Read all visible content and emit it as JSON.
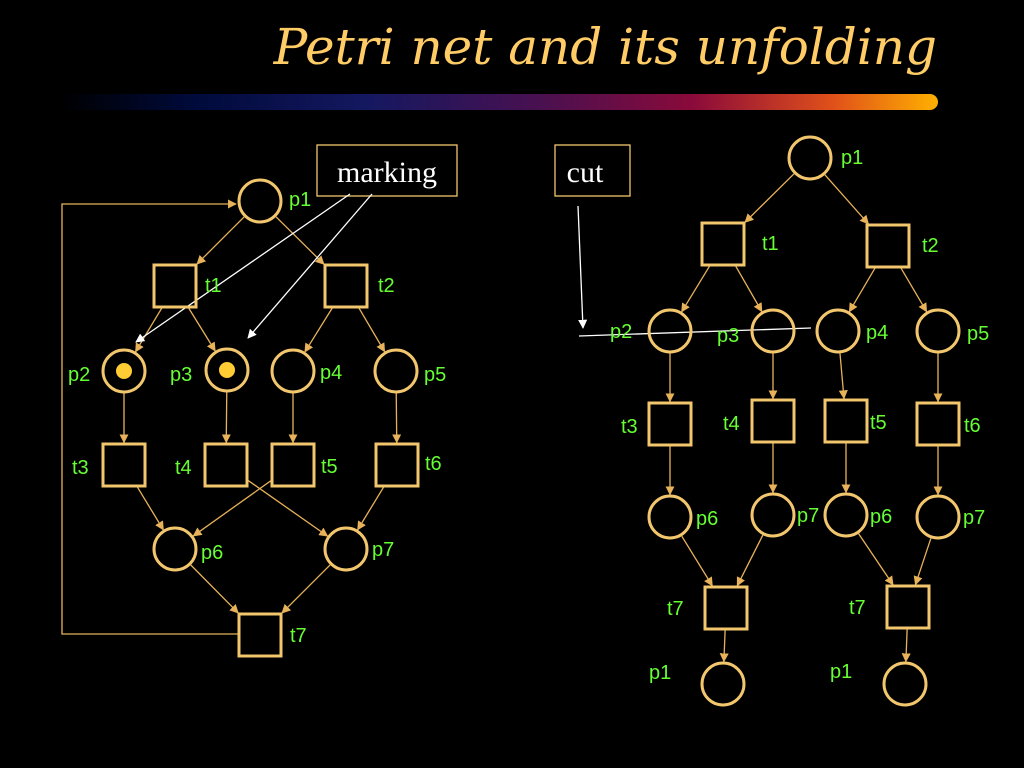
{
  "title": "Petri net and its unfolding",
  "colors": {
    "background": "#000000",
    "title": "#ffcc66",
    "node_stroke": "#f2c66d",
    "label": "#66ff33",
    "token": "#ffcc33",
    "pointer": "#ffffff"
  },
  "callouts": {
    "marking": "marking",
    "cut": "cut"
  },
  "net": {
    "places": [
      {
        "id": "p1",
        "label": "p1",
        "token": false
      },
      {
        "id": "p2",
        "label": "p2",
        "token": true
      },
      {
        "id": "p3",
        "label": "p3",
        "token": true
      },
      {
        "id": "p4",
        "label": "p4",
        "token": false
      },
      {
        "id": "p5",
        "label": "p5",
        "token": false
      },
      {
        "id": "p6",
        "label": "p6",
        "token": false
      },
      {
        "id": "p7",
        "label": "p7",
        "token": false
      }
    ],
    "transitions": [
      {
        "id": "t1",
        "label": "t1"
      },
      {
        "id": "t2",
        "label": "t2"
      },
      {
        "id": "t3",
        "label": "t3"
      },
      {
        "id": "t4",
        "label": "t4"
      },
      {
        "id": "t5",
        "label": "t5"
      },
      {
        "id": "t6",
        "label": "t6"
      },
      {
        "id": "t7",
        "label": "t7"
      }
    ],
    "arcs": [
      [
        "p1",
        "t1"
      ],
      [
        "p1",
        "t2"
      ],
      [
        "t1",
        "p2"
      ],
      [
        "t1",
        "p3"
      ],
      [
        "t2",
        "p4"
      ],
      [
        "t2",
        "p5"
      ],
      [
        "p2",
        "t3"
      ],
      [
        "p3",
        "t4"
      ],
      [
        "p4",
        "t5"
      ],
      [
        "p5",
        "t6"
      ],
      [
        "t3",
        "p6"
      ],
      [
        "t4",
        "p7"
      ],
      [
        "t5",
        "p6"
      ],
      [
        "t6",
        "p7"
      ],
      [
        "p6",
        "t7"
      ],
      [
        "p7",
        "t7"
      ],
      [
        "t7",
        "p1"
      ]
    ]
  },
  "unfolding": {
    "places": [
      {
        "id": "u_p1",
        "label": "p1"
      },
      {
        "id": "u_p2",
        "label": "p2"
      },
      {
        "id": "u_p3",
        "label": "p3"
      },
      {
        "id": "u_p4",
        "label": "p4"
      },
      {
        "id": "u_p5",
        "label": "p5"
      },
      {
        "id": "u_p6a",
        "label": "p6"
      },
      {
        "id": "u_p7a",
        "label": "p7"
      },
      {
        "id": "u_p6b",
        "label": "p6"
      },
      {
        "id": "u_p7b",
        "label": "p7"
      },
      {
        "id": "u_p1a",
        "label": "p1"
      },
      {
        "id": "u_p1b",
        "label": "p1"
      }
    ],
    "transitions": [
      {
        "id": "u_t1",
        "label": "t1"
      },
      {
        "id": "u_t2",
        "label": "t2"
      },
      {
        "id": "u_t3",
        "label": "t3"
      },
      {
        "id": "u_t4",
        "label": "t4"
      },
      {
        "id": "u_t5",
        "label": "t5"
      },
      {
        "id": "u_t6",
        "label": "t6"
      },
      {
        "id": "u_t7a",
        "label": "t7"
      },
      {
        "id": "u_t7b",
        "label": "t7"
      }
    ],
    "arcs": [
      [
        "u_p1",
        "u_t1"
      ],
      [
        "u_p1",
        "u_t2"
      ],
      [
        "u_t1",
        "u_p2"
      ],
      [
        "u_t1",
        "u_p3"
      ],
      [
        "u_t2",
        "u_p4"
      ],
      [
        "u_t2",
        "u_p5"
      ],
      [
        "u_p2",
        "u_t3"
      ],
      [
        "u_p3",
        "u_t4"
      ],
      [
        "u_p4",
        "u_t5"
      ],
      [
        "u_p5",
        "u_t6"
      ],
      [
        "u_t3",
        "u_p6a"
      ],
      [
        "u_t4",
        "u_p7a"
      ],
      [
        "u_t5",
        "u_p6b"
      ],
      [
        "u_t6",
        "u_p7b"
      ],
      [
        "u_p6a",
        "u_t7a"
      ],
      [
        "u_p7a",
        "u_t7a"
      ],
      [
        "u_p6b",
        "u_t7b"
      ],
      [
        "u_p7b",
        "u_t7b"
      ],
      [
        "u_t7a",
        "u_p1a"
      ],
      [
        "u_t7b",
        "u_p1b"
      ]
    ]
  }
}
